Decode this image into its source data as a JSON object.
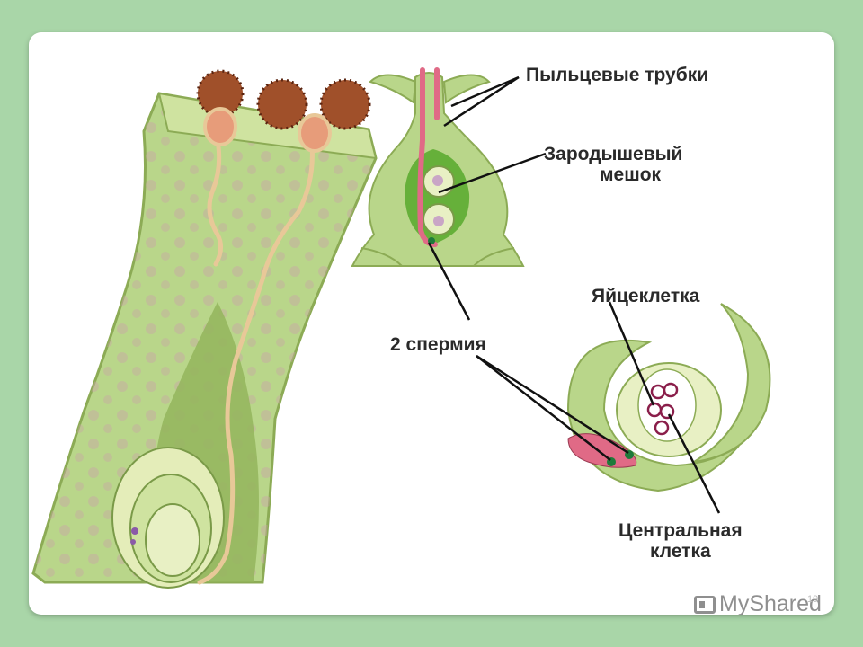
{
  "labels": {
    "pollen_tubes": "Пыльцевые трубки",
    "embryo_sac_line1": "Зародышевый",
    "embryo_sac_line2": "мешок",
    "egg_cell": "Яйцеклетка",
    "sperm": "2 спермия",
    "central_cell_line1": "Центральная",
    "central_cell_line2": "клетка"
  },
  "slide_number": "19",
  "brand": "MyShared",
  "colors": {
    "background": "#a9d6a8",
    "tissue": "#b9d68a",
    "tissue_dark": "#93b55c",
    "tissue_light": "#e0eab0",
    "pollen": "#a0502a",
    "pink": "#e06a86",
    "leader": "#111111"
  }
}
